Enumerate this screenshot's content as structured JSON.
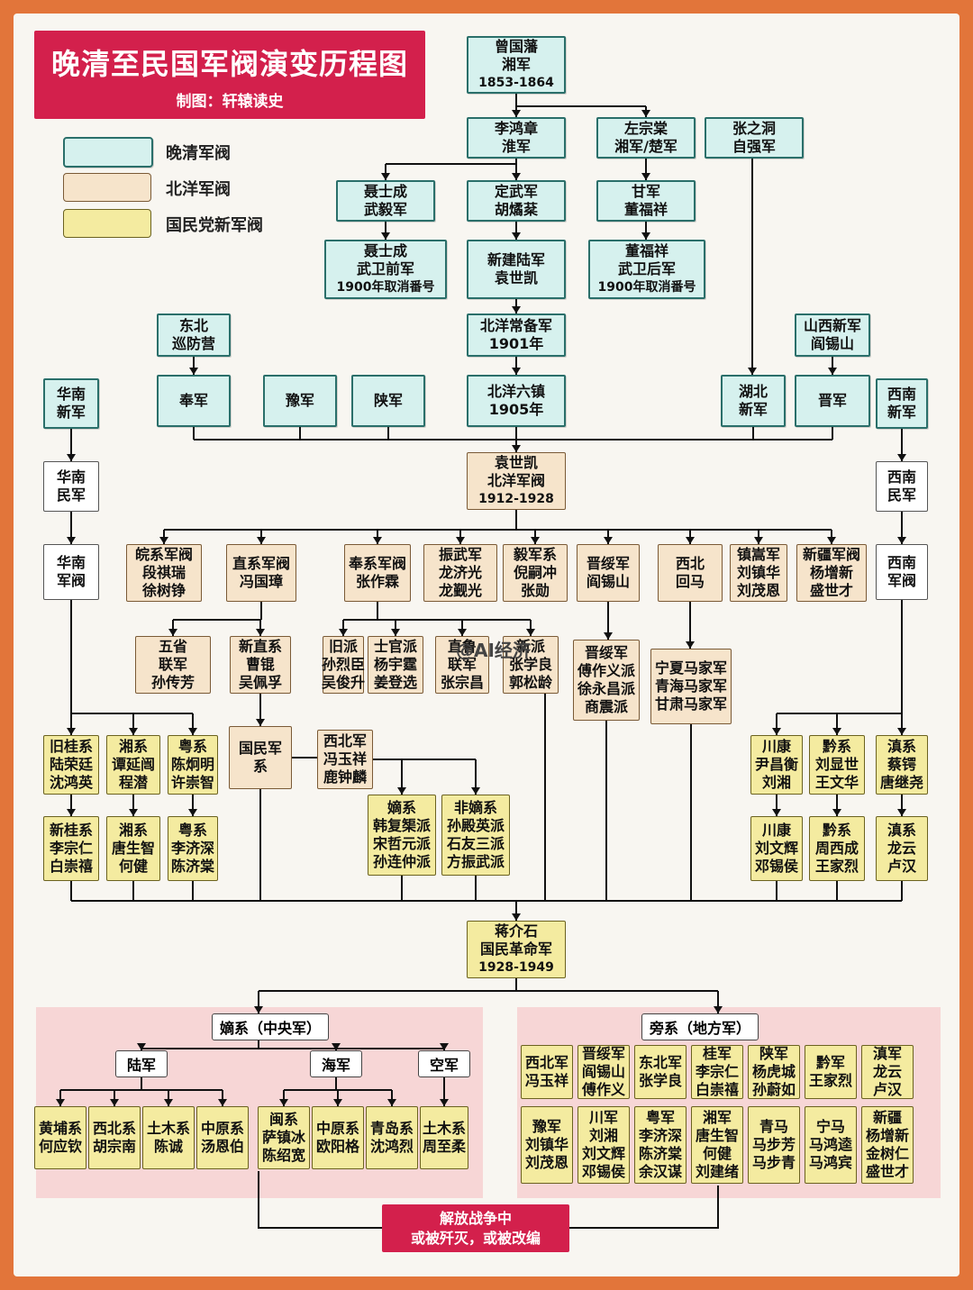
{
  "header": {
    "title": "晚清至民国军阀演变历程图",
    "subtitle": "制图：轩辕读史"
  },
  "legend": [
    {
      "label": "晚清军阀",
      "color": "#d6f1ee"
    },
    {
      "label": "北洋军阀",
      "color": "#f6e4cb"
    },
    {
      "label": "国民党新军阀",
      "color": "#f4eba0"
    }
  ],
  "nodes": {
    "zengguofan": [
      "曾国藩",
      "湘军",
      "1853-1864"
    ],
    "lihongzhang": [
      "李鸿章",
      "淮军"
    ],
    "zuozongtang": [
      "左宗棠",
      "湘军/楚军"
    ],
    "zhangzhidong": [
      "张之洞",
      "自强军"
    ],
    "nieshicheng": [
      "聂士成",
      "武毅军"
    ],
    "dingwujun": [
      "定武军",
      "胡燏棻"
    ],
    "ganjun": [
      "甘军",
      "董福祥"
    ],
    "wuweiqian": [
      "聂士成",
      "武卫前军",
      "1900年取消番号"
    ],
    "xinjianlujun": [
      "新建陆军",
      "袁世凯"
    ],
    "wuweihou": [
      "董福祥",
      "武卫后军",
      "1900年取消番号"
    ],
    "dongbei": [
      "东北",
      "巡防营"
    ],
    "beiyangchangbei": [
      "北洋常备军",
      "1901年"
    ],
    "shanxixinjun": [
      "山西新军",
      "阎锡山"
    ],
    "huananxinjun": [
      "华南",
      "新军"
    ],
    "fengjun": [
      "奉军"
    ],
    "yujun": [
      "豫军"
    ],
    "shanjun": [
      "陕军"
    ],
    "beiyangliuzhen": [
      "北洋六镇",
      "1905年"
    ],
    "hubeixinjun": [
      "湖北",
      "新军"
    ],
    "jinjun": [
      "晋军"
    ],
    "xinanxinjun": [
      "西南",
      "新军"
    ],
    "yuanshikai": [
      "袁世凯",
      "北洋军阀",
      "1912-1928"
    ],
    "huananminjun": [
      "华南",
      "民军"
    ],
    "xinanminjun": [
      "西南",
      "民军"
    ],
    "huananjunfa": [
      "华南",
      "军阀"
    ],
    "wanxi": [
      "皖系军阀",
      "段祺瑞",
      "徐树铮"
    ],
    "zhixi": [
      "直系军阀",
      "冯国璋"
    ],
    "fengxi": [
      "奉系军阀",
      "张作霖"
    ],
    "zhenwujun": [
      "振武军",
      "龙济光",
      "龙觐光"
    ],
    "yijunxi": [
      "毅军系",
      "倪嗣冲",
      "张勋"
    ],
    "jinsuijun": [
      "晋绥军",
      "阎锡山"
    ],
    "xibeihuima": [
      "西北",
      "回马"
    ],
    "zhensongjun": [
      "镇嵩军",
      "刘镇华",
      "刘茂恩"
    ],
    "xinjiangjunfa": [
      "新疆军阀",
      "杨增新",
      "盛世才"
    ],
    "xinanjunfa": [
      "西南",
      "军阀"
    ],
    "wusheng": [
      "五省",
      "联军",
      "孙传芳"
    ],
    "xinzhixi": [
      "新直系",
      "曹锟",
      "吴佩孚"
    ],
    "jiupai": [
      "旧派",
      "孙烈臣",
      "吴俊升"
    ],
    "shiguanpai": [
      "士官派",
      "杨宇霆",
      "姜登选"
    ],
    "zhilu": [
      "直鲁",
      "联军",
      "张宗昌"
    ],
    "xinpai": [
      "新派",
      "张学良",
      "郭松龄"
    ],
    "jinsuipai": [
      "晋绥军",
      "傅作义派",
      "徐永昌派",
      "商震派"
    ],
    "majiajun": [
      "宁夏马家军",
      "青海马家军",
      "甘肃马家军"
    ],
    "jiugui": [
      "旧桂系",
      "陆荣廷",
      "沈鸿英"
    ],
    "xiangxi1": [
      "湘系",
      "谭延闿",
      "程潜"
    ],
    "yuexi1": [
      "粤系",
      "陈炯明",
      "许崇智"
    ],
    "guominjun": [
      "国民军",
      "系"
    ],
    "xibeijun": [
      "西北军",
      "冯玉祥",
      "鹿钟麟"
    ],
    "chuankang1": [
      "川康",
      "尹昌衡",
      "刘湘"
    ],
    "qianxi1": [
      "黔系",
      "刘显世",
      "王文华"
    ],
    "dianxi1": [
      "滇系",
      "蔡锷",
      "唐继尧"
    ],
    "xingui": [
      "新桂系",
      "李宗仁",
      "白崇禧"
    ],
    "xiangxi2": [
      "湘系",
      "唐生智",
      "何健"
    ],
    "yuexi2": [
      "粤系",
      "李济深",
      "陈济棠"
    ],
    "dixi": [
      "嫡系",
      "韩复榘派",
      "宋哲元派",
      "孙连仲派"
    ],
    "feidixi": [
      "非嫡系",
      "孙殿英派",
      "石友三派",
      "方振武派"
    ],
    "chuankang2": [
      "川康",
      "刘文辉",
      "邓锡侯"
    ],
    "qianxi2": [
      "黔系",
      "周西成",
      "王家烈"
    ],
    "dianxi2": [
      "滇系",
      "龙云",
      "卢汉"
    ],
    "jiangjieshi": [
      "蒋介石",
      "国民革命军",
      "1928-1949"
    ],
    "huangpu": [
      "黄埔系",
      "何应钦"
    ],
    "xibeixi": [
      "西北系",
      "胡宗南"
    ],
    "tumuxi": [
      "土木系",
      "陈诚"
    ],
    "zhongyuanxi1": [
      "中原系",
      "汤恩伯"
    ],
    "minxi": [
      "闽系",
      "萨镇冰",
      "陈绍宽"
    ],
    "zhongyuanxi2": [
      "中原系",
      "欧阳格"
    ],
    "qingdaoxi": [
      "青岛系",
      "沈鸿烈"
    ],
    "tumuxi2": [
      "土木系",
      "周至柔"
    ],
    "p_xibei": [
      "西北军",
      "冯玉祥"
    ],
    "p_jinsui": [
      "晋绥军",
      "阎锡山",
      "傅作义"
    ],
    "p_dongbei": [
      "东北军",
      "张学良"
    ],
    "p_gui": [
      "桂军",
      "李宗仁",
      "白崇禧"
    ],
    "p_shan": [
      "陕军",
      "杨虎城",
      "孙蔚如"
    ],
    "p_qian": [
      "黔军",
      "王家烈"
    ],
    "p_dian": [
      "滇军",
      "龙云",
      "卢汉"
    ],
    "p_yu": [
      "豫军",
      "刘镇华",
      "刘茂恩"
    ],
    "p_chuan": [
      "川军",
      "刘湘",
      "刘文辉",
      "邓锡侯"
    ],
    "p_yue": [
      "粤军",
      "李济深",
      "陈济棠",
      "余汉谋"
    ],
    "p_xiang": [
      "湘军",
      "唐生智",
      "何健",
      "刘建绪"
    ],
    "p_qingma": [
      "青马",
      "马步芳",
      "马步青"
    ],
    "p_ningma": [
      "宁马",
      "马鸿逵",
      "马鸿宾"
    ],
    "p_xinjiang": [
      "新疆",
      "杨增新",
      "金树仁",
      "盛世才"
    ]
  },
  "sections": {
    "dixi_label": "嫡系（中央军）",
    "pangxi_label": "旁系（地方军）",
    "lujun": "陆军",
    "haijun": "海军",
    "kongjun": "空军"
  },
  "final": {
    "line1": "解放战争中",
    "line2": "或被歼灭，或被改编"
  },
  "watermark": "@AI经济"
}
